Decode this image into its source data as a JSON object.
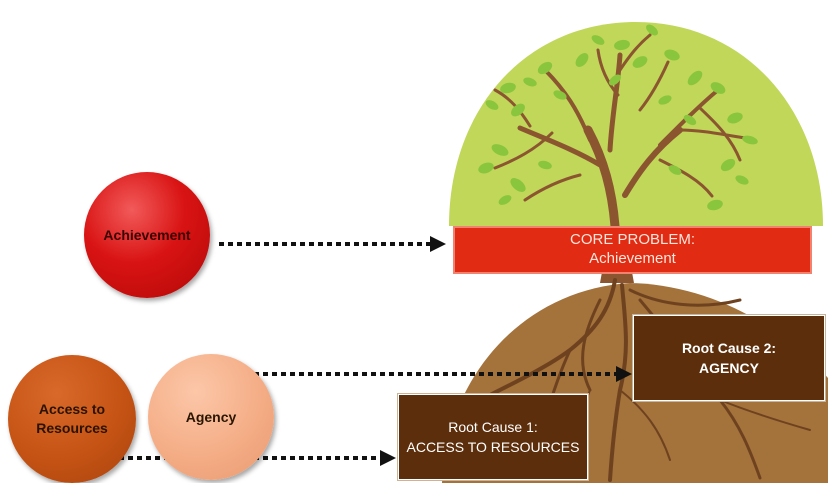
{
  "circles": {
    "achievement": "Achievement",
    "access_to_resources": "Access to Resources",
    "agency": "Agency"
  },
  "core_problem": {
    "line1": "CORE PROBLEM:",
    "line2": "Achievement"
  },
  "root_cause_1": {
    "line1": "Root Cause 1:",
    "line2": "ACCESS TO RESOURCES"
  },
  "root_cause_2": {
    "line1": "Root Cause 2:",
    "line2": "AGENCY"
  },
  "colors": {
    "canopy": "#c1d75a",
    "leaf": "#8ac53e",
    "soil": "#a4723b",
    "trunk": "#8b5530",
    "core_problem": "#e12b12",
    "root_cause_box": "#5c2e0b",
    "arrow": "#111111"
  }
}
